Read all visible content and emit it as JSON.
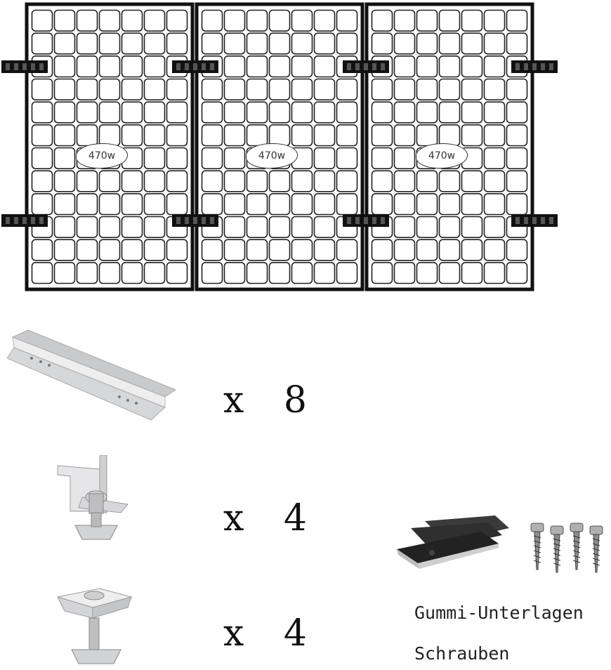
{
  "panels": [
    {
      "label": "470w"
    },
    {
      "label": "470w"
    },
    {
      "label": "470w"
    }
  ],
  "parts": [
    {
      "name": "mounting rail",
      "quantity": "x 8"
    },
    {
      "name": "end clamp",
      "quantity": "x 4"
    },
    {
      "name": "middle clamp",
      "quantity": "x 4"
    }
  ],
  "extras": {
    "rubber_label": "Gummi-Unterlagen",
    "screw_label": "Schrauben"
  },
  "colors": {
    "frame": "#111111",
    "aluminium": "#d9dadc",
    "rubber": "#2a2a2a"
  }
}
